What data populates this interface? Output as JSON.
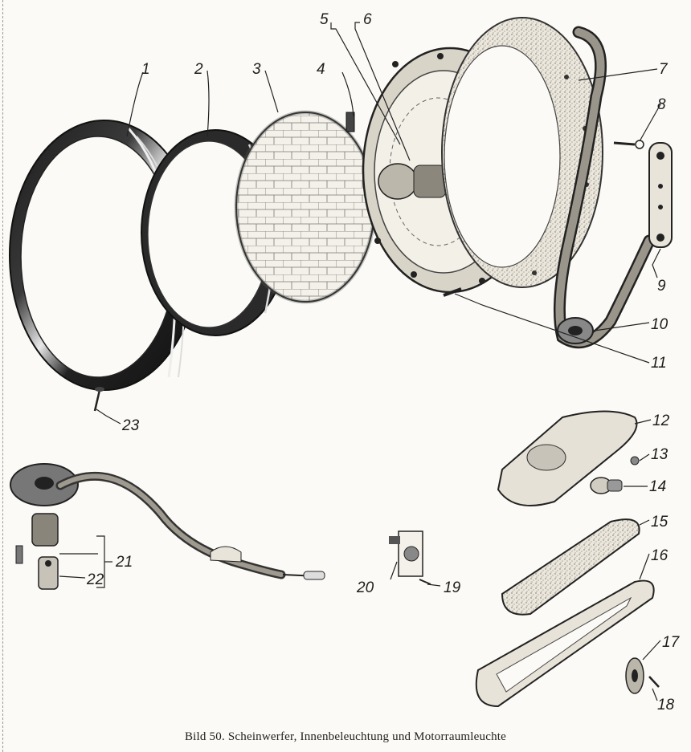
{
  "caption": "Bild 50. Scheinwerfer, Innenbeleuchtung und Motorraumleuchte",
  "labels": {
    "l1": "1",
    "l2": "2",
    "l3": "3",
    "l4": "4",
    "l5": "5",
    "l6": "6",
    "l7": "7",
    "l8": "8",
    "l9": "9",
    "l10": "10",
    "l11": "11",
    "l12": "12",
    "l13": "13",
    "l14": "14",
    "l15": "15",
    "l16": "16",
    "l17": "17",
    "l18": "18",
    "l19": "19",
    "l20": "20",
    "l21": "21",
    "l22": "22",
    "l23": "23"
  }
}
